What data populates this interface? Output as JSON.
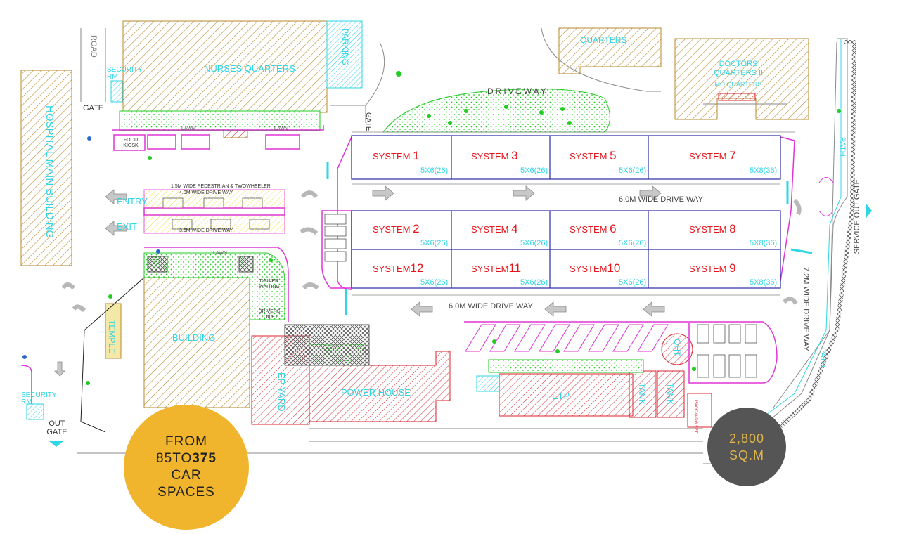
{
  "labels": {
    "road": "ROAD",
    "security_rm_top": "SECURITY RM",
    "gate_left": "GATE",
    "nurses_quarters": "NURSES QUARTERS",
    "parking": "PARKING",
    "quarters": "QUARTERS",
    "doctors_quarters": "DOCTORS QUARTERS II",
    "jmo_quarters": "JMO QUARTERS",
    "driveway": "DRIVEWAY",
    "gate_top": "GATE",
    "hospital_main_building": "HOSPITAL MAIN BUILDING",
    "food_kiosk": "FOOD KIOSK",
    "lawn1": "LAWN",
    "lawn2": "LAWN",
    "lawn3": "LAWN",
    "pedestrian_way": "1.5M WIDE PEDESTRIAN & TWOWHEELER",
    "drive_way_4m": "4.0M WIDE DRIVE WAY",
    "drive_way_36m": "3.6M WIDE DRIVE WAY",
    "entry": "ENTRY",
    "exit": "EXIT",
    "drive_way_6m_top": "6.0M WIDE DRIVE WAY",
    "drive_way_6m_bottom": "6.0M WIDE DRIVE WAY",
    "drive_way_72m": "7.2M WIDE DRIVE WAY",
    "path_top": "PATH",
    "path_bottom": "PATH",
    "service_out_gate": "SERVICE OUT GATE",
    "driver_waiting": "DRIVER WAITING",
    "drivers_toilet": "DRIVERS TOILET",
    "building": "BUILDING",
    "temple": "TEMPLE",
    "ep_yard": "EP YARD",
    "power_house": "POWER HOUSE",
    "etp": "ETP",
    "tank1": "TANK",
    "tank2": "TANK",
    "ohr": "OHT",
    "security_rm_bottom": "SECURITY RM",
    "out_gate": "OUT GATE",
    "transformer": "1500KVA DG SET"
  },
  "systems": [
    {
      "name": "SYSTEM",
      "num": "1",
      "cap": "5X6(26)"
    },
    {
      "name": "SYSTEM",
      "num": "3",
      "cap": "5X6(26)"
    },
    {
      "name": "SYSTEM",
      "num": "5",
      "cap": "5X6(26)"
    },
    {
      "name": "SYSTEM",
      "num": "7",
      "cap": "5X8(36)"
    },
    {
      "name": "SYSTEM",
      "num": "2",
      "cap": "5X6(26)"
    },
    {
      "name": "SYSTEM",
      "num": "4",
      "cap": "5X6(26)"
    },
    {
      "name": "SYSTEM",
      "num": "6",
      "cap": "5X6(26)"
    },
    {
      "name": "SYSTEM",
      "num": "8",
      "cap": "5X8(36)"
    },
    {
      "name": "SYSTEM",
      "num": "12",
      "cap": "5X6(26)"
    },
    {
      "name": "SYSTEM",
      "num": "11",
      "cap": "5X6(26)"
    },
    {
      "name": "SYSTEM",
      "num": "10",
      "cap": "5X6(26)"
    },
    {
      "name": "SYSTEM",
      "num": "9",
      "cap": "5X8(36)"
    }
  ],
  "badges": {
    "cars_line1": "FROM",
    "cars_from": "85",
    "cars_to_word": "TO",
    "cars_to": "375",
    "cars_line3": "CAR",
    "cars_line4": "SPACES",
    "area_line1": "2,800",
    "area_line2": "SQ.M"
  },
  "colors": {
    "hatch_brown": "#b98a2c",
    "hatch_red": "#d8262f",
    "cyan": "#2fd6e6",
    "magenta": "#e033d6",
    "blue": "#2a2aa8",
    "red_text": "#e8141c",
    "lawn_green": "#22cc22",
    "badge_yellow": "#f0b52c",
    "badge_gray": "#555555"
  }
}
